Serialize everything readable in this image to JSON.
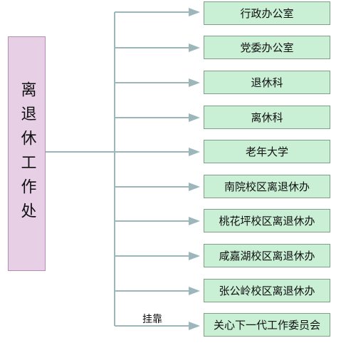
{
  "root": {
    "label": "离退休工作处"
  },
  "units": [
    {
      "label": "行政办公室"
    },
    {
      "label": "党委办公室"
    },
    {
      "label": "退休科"
    },
    {
      "label": "离休科"
    },
    {
      "label": "老年大学"
    },
    {
      "label": "南院校区离退休办"
    },
    {
      "label": "桃花坪校区离退休办"
    },
    {
      "label": "咸嘉湖校区离退休办"
    },
    {
      "label": "张公岭校区离退休办"
    },
    {
      "label": "关心下一代工作委员会"
    }
  ],
  "attachment_note": "挂靠",
  "colors": {
    "connector": "#9cb6ba",
    "root_fill": "#e7cfe6",
    "root_border": "#b58cb2",
    "unit_fill": "#c9efd5",
    "unit_border": "#7f9f87"
  }
}
